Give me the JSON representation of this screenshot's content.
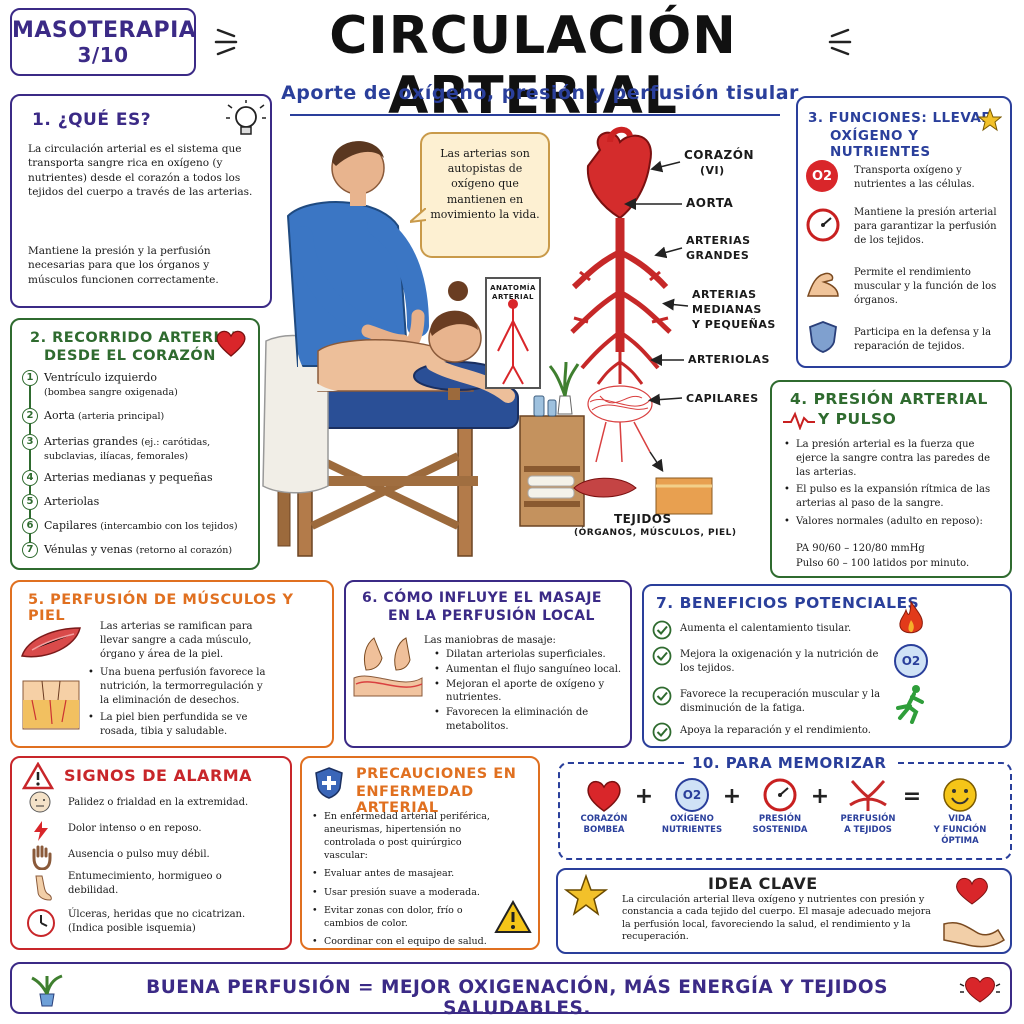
{
  "header": {
    "badge_title": "MASOTERAPIA",
    "badge_page": "3/10",
    "title": "CIRCULACIÓN ARTERIAL",
    "subtitle": "Aporte de oxígeno, presión y perfusión tisular"
  },
  "colors": {
    "purple": "#3b2a86",
    "green": "#2f6b2f",
    "orange": "#e07020",
    "red": "#c8262a",
    "blue": "#2a3f9b"
  },
  "s1": {
    "title": "1. ¿QUÉ ES?",
    "p1": "La circulación arterial es el sistema que transporta sangre rica en oxígeno (y nutrientes) desde el corazón a todos los tejidos del cuerpo a través de las arterias.",
    "p2": "Mantiene la presión y la perfusión necesarias para que los órganos y músculos funcionen correctamente."
  },
  "s2": {
    "title_l1": "2. RECORRIDO ARTERIAL",
    "title_l2": "DESDE EL CORAZÓN",
    "steps": [
      {
        "n": "1",
        "main": "Ventrículo izquierdo",
        "sub": "(bombea sangre oxigenada)"
      },
      {
        "n": "2",
        "main": "Aorta",
        "sub": "(arteria principal)"
      },
      {
        "n": "3",
        "main": "Arterias grandes",
        "sub": "(ej.: carótidas, subclavias, ilíacas, femorales)"
      },
      {
        "n": "4",
        "main": "Arterias medianas y pequeñas",
        "sub": ""
      },
      {
        "n": "5",
        "main": "Arteriolas",
        "sub": ""
      },
      {
        "n": "6",
        "main": "Capilares",
        "sub": "(intercambio con los tejidos)"
      },
      {
        "n": "7",
        "main": "Vénulas y venas",
        "sub": "(retorno al corazón)"
      }
    ]
  },
  "speech": "Las arterias son autopistas de oxígeno que mantienen en movimiento la vida.",
  "poster": {
    "l1": "ANATOMÍA",
    "l2": "ARTERIAL"
  },
  "diagram": {
    "labels": [
      "CORAZÓN",
      "(VI)",
      "AORTA",
      "ARTERIAS",
      "GRANDES",
      "ARTERIAS",
      "MEDIANAS",
      "Y PEQUEÑAS",
      "ARTERIOLAS",
      "CAPILARES"
    ],
    "tejidos": "TEJIDOS",
    "tejidos_sub": "(ÓRGANOS, MÚSCULOS, PIEL)"
  },
  "s3": {
    "title_l1": "3. FUNCIONES: LLEVAR",
    "title_l2": "OXÍGENO Y NUTRIENTES",
    "o2_label": "O2",
    "items": [
      "Transporta oxígeno y nutrientes a las células.",
      "Mantiene la presión arterial para garantizar la perfusión de los tejidos.",
      "Permite el rendimiento muscular y la función de los órganos.",
      "Participa en la defensa y la reparación de tejidos."
    ]
  },
  "s4": {
    "title_l1": "4. PRESIÓN ARTERIAL",
    "title_l2": "Y PULSO",
    "items": [
      "La presión arterial es la fuerza que ejerce la sangre contra las paredes de las arterias.",
      "El pulso es la expansión rítmica de las arterias al paso de la sangre.",
      "Valores normales (adulto en reposo):"
    ],
    "pa": "PA 90/60 – 120/80 mmHg",
    "pulso": "Pulso 60 – 100 latidos por minuto."
  },
  "s5": {
    "title": "5. PERFUSIÓN DE MÚSCULOS Y PIEL",
    "intro": "Las arterias se ramifican para llevar sangre a cada músculo, órgano y área de la piel.",
    "items": [
      "Una buena perfusión favorece la nutrición, la termorregulación y la eliminación de desechos.",
      "La piel bien perfundida se ve rosada, tibia y saludable."
    ]
  },
  "s6": {
    "title_l1": "6. CÓMO INFLUYE EL MASAJE",
    "title_l2": "EN LA PERFUSIÓN LOCAL",
    "intro": "Las maniobras de masaje:",
    "items": [
      "Dilatan arteriolas superficiales.",
      "Aumentan el flujo sanguíneo local.",
      "Mejoran el aporte de oxígeno y nutrientes.",
      "Favorecen la eliminación de metabolitos."
    ]
  },
  "s7": {
    "title": "7. BENEFICIOS POTENCIALES",
    "o2_label": "O2",
    "items": [
      "Aumenta el calentamiento tisular.",
      "Mejora la oxigenación y la nutrición de los tejidos.",
      "Favorece la recuperación muscular y la disminución de la fatiga.",
      "Apoya la reparación y el rendimiento."
    ]
  },
  "s8": {
    "title": "SIGNOS DE ALARMA",
    "items": [
      "Palidez o frialdad en la extremidad.",
      "Dolor intenso o en reposo.",
      "Ausencia o pulso muy débil.",
      "Entumecimiento, hormigueo o debilidad.",
      "Úlceras, heridas que no cicatrizan."
    ],
    "note": "(Indica posible isquemia)"
  },
  "s9": {
    "title_l1": "PRECAUCIONES EN",
    "title_l2": "ENFERMEDAD ARTERIAL",
    "items": [
      "En enfermedad arterial periférica, aneurismas, hipertensión no controlada o post quirúrgico vascular:",
      "Evaluar antes de masajear.",
      "Usar presión suave a moderada.",
      "Evitar zonas con dolor, frío o cambios de color.",
      "Coordinar con el equipo de salud."
    ]
  },
  "s10": {
    "title": "10. PARA MEMORIZAR",
    "o2_label": "O2",
    "items": [
      {
        "l1": "CORAZÓN",
        "l2": "BOMBEA",
        "l3": ""
      },
      {
        "l1": "OXÍGENO",
        "l2": "NUTRIENTES",
        "l3": ""
      },
      {
        "l1": "PRESIÓN",
        "l2": "SOSTENIDA",
        "l3": ""
      },
      {
        "l1": "PERFUSIÓN",
        "l2": "A TEJIDOS",
        "l3": ""
      },
      {
        "l1": "VIDA",
        "l2": "Y FUNCIÓN",
        "l3": "ÓPTIMA"
      }
    ],
    "ops": [
      "+",
      "+",
      "+",
      "="
    ]
  },
  "idea": {
    "title": "IDEA CLAVE",
    "text": "La circulación arterial lleva oxígeno y nutrientes con presión y constancia a cada tejido del cuerpo. El masaje adecuado mejora la perfusión local, favoreciendo la salud, el rendimiento y la recuperación."
  },
  "footer": "BUENA PERFUSIÓN = MEJOR OXIGENACIÓN, MÁS ENERGÍA Y TEJIDOS SALUDABLES."
}
